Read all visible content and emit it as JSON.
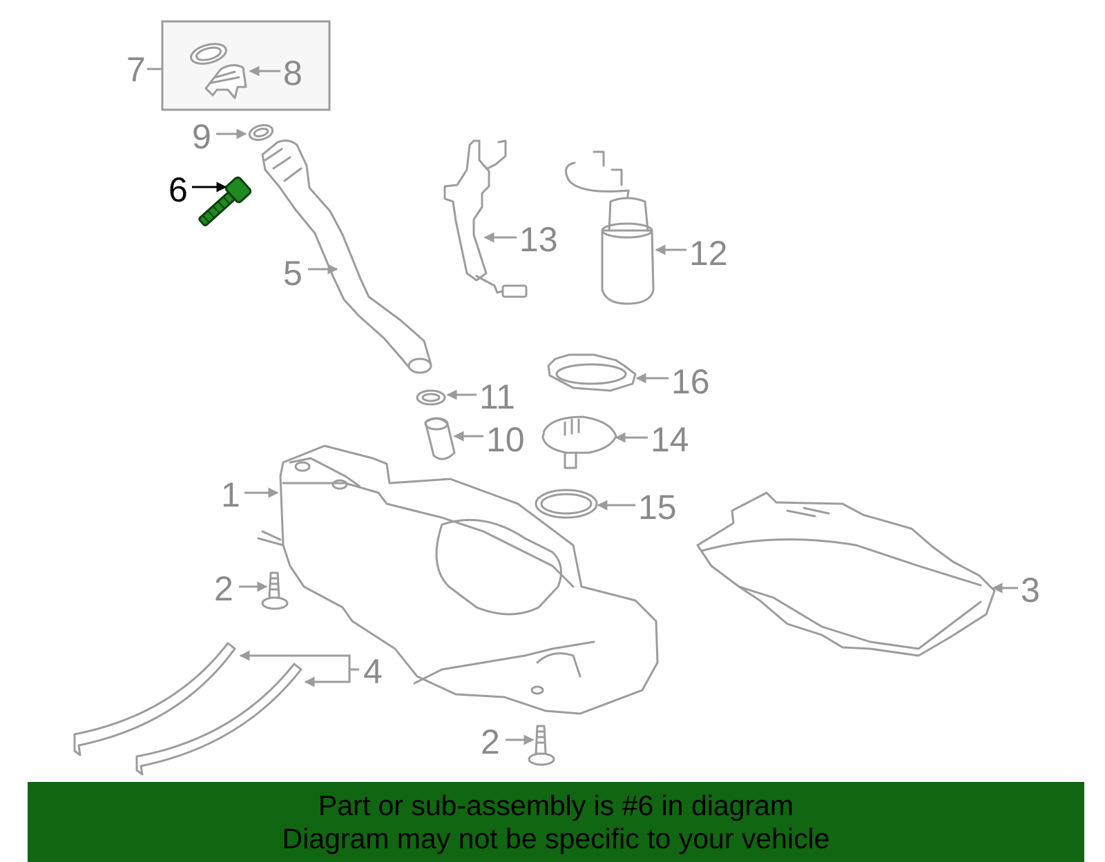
{
  "callouts": {
    "c1": "1",
    "c2a": "2",
    "c2b": "2",
    "c3": "3",
    "c4": "4",
    "c5": "5",
    "c6": "6",
    "c7": "7",
    "c8": "8",
    "c9": "9",
    "c10": "10",
    "c11": "11",
    "c12": "12",
    "c13": "13",
    "c14": "14",
    "c15": "15",
    "c16": "16"
  },
  "highlighted_part": "6",
  "colors": {
    "highlight_part": "#1f8a1f",
    "line_art": "#9c9c9c",
    "callout_text": "#8a8a8a",
    "banner_background": "#116611"
  },
  "banner": {
    "line1": "Part or sub-assembly is #6 in diagram",
    "line2": "Diagram may not be specific to your vehicle"
  }
}
